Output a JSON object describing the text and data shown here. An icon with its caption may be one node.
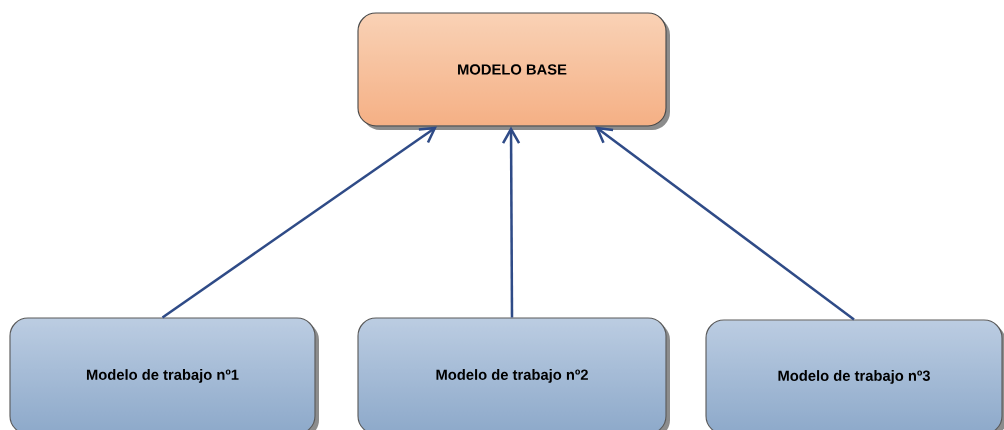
{
  "diagram": {
    "nodes": [
      {
        "text": [
          "MODELO BASE"
        ]
      },
      {
        "text": [
          "Modelo de trabajo nº1"
        ]
      },
      {
        "text": [
          "Modelo de trabajo nº2"
        ]
      },
      {
        "text": [
          "Modelo de trabajo nº3"
        ]
      }
    ],
    "edges": [
      {
        "from": 1,
        "to": 0,
        "arrow": "to"
      },
      {
        "from": 2,
        "to": 0,
        "arrow": "to"
      },
      {
        "from": 3,
        "to": 0,
        "arrow": "to"
      }
    ]
  }
}
